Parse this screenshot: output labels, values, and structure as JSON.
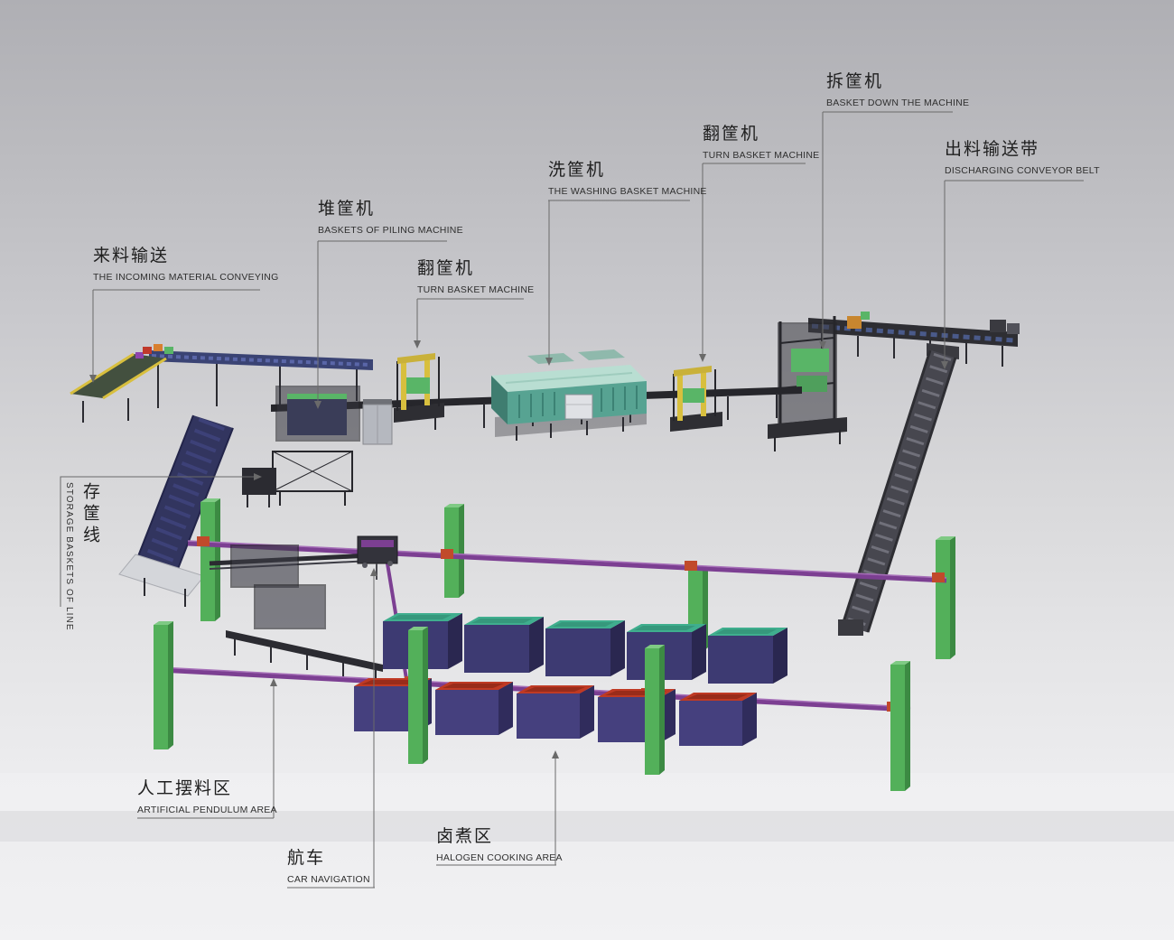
{
  "labels": {
    "incoming": {
      "zh": "来料输送",
      "en": "THE INCOMING MATERIAL CONVEYING"
    },
    "piling": {
      "zh": "堆筐机",
      "en": "BASKETS OF PILING MACHINE"
    },
    "turn1": {
      "zh": "翻筐机",
      "en": "TURN BASKET MACHINE"
    },
    "washing": {
      "zh": "洗筐机",
      "en": "THE WASHING BASKET MACHINE"
    },
    "turn2": {
      "zh": "翻筐机",
      "en": "TURN BASKET MACHINE"
    },
    "basket_down": {
      "zh": "拆筐机",
      "en": "BASKET DOWN THE MACHINE"
    },
    "discharging": {
      "zh": "出料输送带",
      "en": "DISCHARGING CONVEYOR BELT"
    },
    "storage": {
      "zh": "存筐线",
      "en": "STORAGE BASKETS OF LINE"
    },
    "pendulum": {
      "zh": "人工摆料区",
      "en": "ARTIFICIAL PENDULUM AREA"
    },
    "car": {
      "zh": "航车",
      "en": "CAR NAVIGATION"
    },
    "halogen": {
      "zh": "卤煮区",
      "en": "HALOGEN COOKING AREA"
    }
  },
  "colors": {
    "leader": "#6a6a6a",
    "rail_purple": "#7c3f92",
    "rail_highlight": "#a66fb8",
    "pillar_green": "#53b05a",
    "pillar_green_dark": "#3c8a43",
    "pillar_green_light": "#7fca84",
    "clamp_orange": "#c14a2b",
    "bin_teal": "#3fae8e",
    "bin_teal_dark": "#36987c",
    "bin_red": "#bf3a24",
    "bin_red_dark": "#992c1a",
    "bin_purple": "#3d3a72",
    "bin_purple_dark": "#2a2750",
    "washer_teal": "#57a392",
    "washer_top": "#b9ded2",
    "washer_side": "#3f7d70",
    "belt_navy": "#32355f",
    "frame_dark": "#2e2e33",
    "accent_yellow": "#d8bf3e",
    "panel_green": "#59b567",
    "belt_gray": "#47474f",
    "cabinet_gray": "#b5b8bf"
  }
}
